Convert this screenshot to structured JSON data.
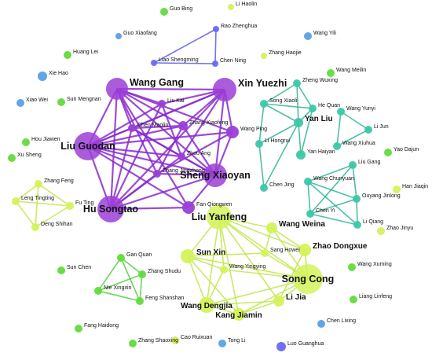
{
  "colors": {
    "purple": "#9b3fd6",
    "teal": "#3cc7a6",
    "lime": "#d4f25a",
    "green": "#62db3c",
    "blue": "#5aa0e6",
    "indigo": "#6a6af0",
    "edge_purple": "#8a2bd0",
    "edge_teal": "#2fb597",
    "edge_lime": "#bfe64a",
    "edge_green": "#4cd23a",
    "edge_indigo": "#5a5ae8"
  },
  "nodes": [
    {
      "id": "guo_bing",
      "label": "Guo Bing",
      "group": "green",
      "size": "s"
    },
    {
      "id": "li_haolin",
      "label": "Li Haolin",
      "group": "lime",
      "size": "s"
    },
    {
      "id": "rao_zhenghua",
      "label": "Rao Zhenghua",
      "group": "indigo",
      "size": "s"
    },
    {
      "id": "guo_xiaofang",
      "label": "Guo Xiaofang",
      "group": "blue",
      "size": "s"
    },
    {
      "id": "wang_yili",
      "label": "Wang Yili",
      "group": "blue",
      "size": "s"
    },
    {
      "id": "huang_lei",
      "label": "Huang Lei",
      "group": "green",
      "size": "s"
    },
    {
      "id": "liao_shengming",
      "label": "Liao Shengming",
      "group": "indigo",
      "size": "s"
    },
    {
      "id": "chen_ning",
      "label": "Chen Ning",
      "group": "indigo",
      "size": "s"
    },
    {
      "id": "zhang_haojie",
      "label": "Zhang Haojie",
      "group": "lime",
      "size": "s"
    },
    {
      "id": "xie_hao",
      "label": "Xie Hao",
      "group": "blue",
      "size": "s"
    },
    {
      "id": "wang_meilin",
      "label": "Wang Meilin",
      "group": "green",
      "size": "s"
    },
    {
      "id": "wang_gang",
      "label": "Wang Gang",
      "group": "purple",
      "size": "l"
    },
    {
      "id": "xin_yuezhi",
      "label": "Xin Yuezhi",
      "group": "purple",
      "size": "l"
    },
    {
      "id": "zheng_wuxing",
      "label": "Zheng Wuxing",
      "group": "teal",
      "size": "s"
    },
    {
      "id": "liu_kai",
      "label": "Liu Kai",
      "group": "purple",
      "size": "s"
    },
    {
      "id": "song_xiaoli",
      "label": "Song Xiaoli",
      "group": "teal",
      "size": "s"
    },
    {
      "id": "he_quan",
      "label": "He Quan",
      "group": "teal",
      "size": "s"
    },
    {
      "id": "wang_yunyi",
      "label": "Wang Yunyi",
      "group": "teal",
      "size": "s"
    },
    {
      "id": "xiao_wei",
      "label": "Xiao Wei",
      "group": "blue",
      "size": "s"
    },
    {
      "id": "sun_mengnan",
      "label": "Sun Mengnan",
      "group": "green",
      "size": "s"
    },
    {
      "id": "chen_maolin",
      "label": "Chen Maolin",
      "group": "purple",
      "size": "s"
    },
    {
      "id": "zhang_xiaofeng",
      "label": "Zhang Xiaofeng",
      "group": "purple",
      "size": "s"
    },
    {
      "id": "wang_ping",
      "label": "Wang Ping",
      "group": "purple",
      "size": "s"
    },
    {
      "id": "yan_liu",
      "label": "Yan Liu",
      "group": "teal",
      "size": "m"
    },
    {
      "id": "li_jun",
      "label": "Li Jun",
      "group": "teal",
      "size": "s"
    },
    {
      "id": "hou_jiawen",
      "label": "Hou Jiawen",
      "group": "green",
      "size": "s"
    },
    {
      "id": "liu_guodan",
      "label": "Liu Guodan",
      "group": "purple",
      "size": "l"
    },
    {
      "id": "li_hongrui",
      "label": "Li Hongrui",
      "group": "teal",
      "size": "s"
    },
    {
      "id": "wang_xiuhua",
      "label": "Wang Xiuhua",
      "group": "teal",
      "size": "s"
    },
    {
      "id": "xu_sheng",
      "label": "Xu Sheng",
      "group": "green",
      "size": "s"
    },
    {
      "id": "zhou_ang",
      "label": "Zhou Ang",
      "group": "purple",
      "size": "s"
    },
    {
      "id": "yan_haiyan",
      "label": "Yan Haiyan",
      "group": "teal",
      "size": "s"
    },
    {
      "id": "yao_dajun",
      "label": "Yao Dajun",
      "group": "green",
      "size": "s"
    },
    {
      "id": "zhang_jingzhong",
      "label": "Zhang Jingzhong",
      "group": "purple",
      "size": "s"
    },
    {
      "id": "sheng_xiaoyan",
      "label": "Sheng Xiaoyan",
      "group": "purple",
      "size": "l"
    },
    {
      "id": "liu_gang",
      "label": "Liu Gang",
      "group": "teal",
      "size": "s"
    },
    {
      "id": "zhang_feng",
      "label": "Zhang Feng",
      "group": "lime",
      "size": "s"
    },
    {
      "id": "chen_jing",
      "label": "Chen Jing",
      "group": "teal",
      "size": "s"
    },
    {
      "id": "wang_chunyuan",
      "label": "Wang Chunyuan",
      "group": "teal",
      "size": "s"
    },
    {
      "id": "han_jiaqin",
      "label": "Han Jiaqin",
      "group": "lime",
      "size": "s"
    },
    {
      "id": "leng_tingting",
      "label": "Leng Tingting",
      "group": "lime",
      "size": "s"
    },
    {
      "id": "fu_ting",
      "label": "Fu Ting",
      "group": "lime",
      "size": "s"
    },
    {
      "id": "ouyang_jinlong",
      "label": "Ouyang Jinlong",
      "group": "teal",
      "size": "s"
    },
    {
      "id": "hu_songtao",
      "label": "Hu Songtao",
      "group": "purple",
      "size": "l"
    },
    {
      "id": "fan_qiongwen",
      "label": "Fan Qiongwen",
      "group": "purple",
      "size": "s"
    },
    {
      "id": "chen_yi",
      "label": "Chen Yi",
      "group": "teal",
      "size": "s"
    },
    {
      "id": "deng_shihan",
      "label": "Deng Shihan",
      "group": "lime",
      "size": "s"
    },
    {
      "id": "liu_yanfeng",
      "label": "Liu Yanfeng",
      "group": "lime",
      "size": "l"
    },
    {
      "id": "li_qiang",
      "label": "Li Qiang",
      "group": "teal",
      "size": "s"
    },
    {
      "id": "zhao_jinyu",
      "label": "Zhao Jinyu",
      "group": "lime",
      "size": "s"
    },
    {
      "id": "wang_weina",
      "label": "Wang Weina",
      "group": "lime",
      "size": "m"
    },
    {
      "id": "sun_xin",
      "label": "Sun Xin",
      "group": "lime",
      "size": "m"
    },
    {
      "id": "gan_quan",
      "label": "Gan Quan",
      "group": "green",
      "size": "s"
    },
    {
      "id": "sang_howei",
      "label": "Sang Howei",
      "group": "lime",
      "size": "s"
    },
    {
      "id": "zhao_dongxue",
      "label": "Zhao Dongxue",
      "group": "lime",
      "size": "m"
    },
    {
      "id": "zhang_shudu",
      "label": "Zhang Shudu",
      "group": "green",
      "size": "s"
    },
    {
      "id": "sun_chen",
      "label": "Sun Chen",
      "group": "green",
      "size": "s"
    },
    {
      "id": "wang_xuming",
      "label": "Wang Xuming",
      "group": "green",
      "size": "s"
    },
    {
      "id": "wang_yingying",
      "label": "Wang Yingying",
      "group": "lime",
      "size": "s"
    },
    {
      "id": "song_cong",
      "label": "Song Cong",
      "group": "lime",
      "size": "l"
    },
    {
      "id": "nie_xingxin",
      "label": "Nie Xingxin",
      "group": "green",
      "size": "s"
    },
    {
      "id": "feng_shanshan",
      "label": "Feng Shanshan",
      "group": "green",
      "size": "s"
    },
    {
      "id": "li_jia",
      "label": "Li Jia",
      "group": "lime",
      "size": "m"
    },
    {
      "id": "wang_dengjia",
      "label": "Wang Dengjia",
      "group": "lime",
      "size": "m"
    },
    {
      "id": "liang_linfeng",
      "label": "Liang Linfeng",
      "group": "green",
      "size": "s"
    },
    {
      "id": "kang_jiamin",
      "label": "Kang Jiamin",
      "group": "lime",
      "size": "m"
    },
    {
      "id": "fang_haidong",
      "label": "Fang Haidong",
      "group": "green",
      "size": "s"
    },
    {
      "id": "chen_lixing",
      "label": "Chen Lixing",
      "group": "blue",
      "size": "s"
    },
    {
      "id": "zhang_shaoxing",
      "label": "Zhang Shaoxing",
      "group": "green",
      "size": "s"
    },
    {
      "id": "cao_ruixuan",
      "label": "Cao Ruixuan",
      "group": "lime",
      "size": "s"
    },
    {
      "id": "tong_li",
      "label": "Tong Li",
      "group": "blue",
      "size": "s"
    },
    {
      "id": "luo_guanghua",
      "label": "Luo Guanghua",
      "group": "indigo",
      "size": "s"
    }
  ],
  "edges": [
    [
      "rao_zhenghua",
      "liao_shengming"
    ],
    [
      "rao_zhenghua",
      "chen_ning"
    ],
    [
      "liao_shengming",
      "chen_ning"
    ],
    [
      "wang_gang",
      "xin_yuezhi"
    ],
    [
      "wang_gang",
      "liu_guodan"
    ],
    [
      "wang_gang",
      "sheng_xiaoyan"
    ],
    [
      "wang_gang",
      "hu_songtao"
    ],
    [
      "wang_gang",
      "liu_kai"
    ],
    [
      "wang_gang",
      "chen_maolin"
    ],
    [
      "wang_gang",
      "zhang_xiaofeng"
    ],
    [
      "wang_gang",
      "zhang_jingzhong"
    ],
    [
      "wang_gang",
      "fan_qiongwen"
    ],
    [
      "wang_gang",
      "wang_ping"
    ],
    [
      "xin_yuezhi",
      "liu_guodan"
    ],
    [
      "xin_yuezhi",
      "sheng_xiaoyan"
    ],
    [
      "xin_yuezhi",
      "hu_songtao"
    ],
    [
      "xin_yuezhi",
      "wang_ping"
    ],
    [
      "xin_yuezhi",
      "liu_kai"
    ],
    [
      "xin_yuezhi",
      "zhang_xiaofeng"
    ],
    [
      "xin_yuezhi",
      "chen_maolin"
    ],
    [
      "xin_yuezhi",
      "zhou_ang"
    ],
    [
      "liu_guodan",
      "sheng_xiaoyan"
    ],
    [
      "liu_guodan",
      "hu_songtao"
    ],
    [
      "liu_guodan",
      "fan_qiongwen"
    ],
    [
      "liu_guodan",
      "chen_maolin"
    ],
    [
      "liu_guodan",
      "zhang_jingzhong"
    ],
    [
      "liu_guodan",
      "zhou_ang"
    ],
    [
      "liu_guodan",
      "zhang_xiaofeng"
    ],
    [
      "liu_guodan",
      "wang_ping"
    ],
    [
      "liu_guodan",
      "liu_kai"
    ],
    [
      "sheng_xiaoyan",
      "hu_songtao"
    ],
    [
      "sheng_xiaoyan",
      "fan_qiongwen"
    ],
    [
      "sheng_xiaoyan",
      "wang_ping"
    ],
    [
      "sheng_xiaoyan",
      "zhou_ang"
    ],
    [
      "sheng_xiaoyan",
      "zhang_xiaofeng"
    ],
    [
      "sheng_xiaoyan",
      "chen_maolin"
    ],
    [
      "sheng_xiaoyan",
      "zhang_jingzhong"
    ],
    [
      "hu_songtao",
      "fan_qiongwen"
    ],
    [
      "hu_songtao",
      "chen_maolin"
    ],
    [
      "hu_songtao",
      "zhang_jingzhong"
    ],
    [
      "hu_songtao",
      "zhou_ang"
    ],
    [
      "hu_songtao",
      "liu_kai"
    ],
    [
      "liu_kai",
      "zhou_ang"
    ],
    [
      "chen_maolin",
      "zhou_ang"
    ],
    [
      "zhang_xiaofeng",
      "zhang_jingzhong"
    ],
    [
      "wang_ping",
      "zhang_jingzhong"
    ],
    [
      "chen_maolin",
      "zhang_xiaofeng"
    ],
    [
      "zheng_wuxing",
      "song_xiaoli"
    ],
    [
      "zheng_wuxing",
      "he_quan"
    ],
    [
      "zheng_wuxing",
      "yan_liu"
    ],
    [
      "song_xiaoli",
      "he_quan"
    ],
    [
      "song_xiaoli",
      "yan_liu"
    ],
    [
      "he_quan",
      "yan_liu"
    ],
    [
      "yan_liu",
      "li_hongrui"
    ],
    [
      "yan_liu",
      "yan_haiyan"
    ],
    [
      "yan_liu",
      "chen_jing"
    ],
    [
      "li_hongrui",
      "chen_jing"
    ],
    [
      "song_xiaoli",
      "li_hongrui"
    ],
    [
      "he_quan",
      "yan_haiyan"
    ],
    [
      "wang_yunyi",
      "li_jun"
    ],
    [
      "wang_yunyi",
      "wang_xiuhua"
    ],
    [
      "li_jun",
      "wang_xiuhua"
    ],
    [
      "liu_gang",
      "wang_chunyuan"
    ],
    [
      "liu_gang",
      "ouyang_jinlong"
    ],
    [
      "liu_gang",
      "chen_yi"
    ],
    [
      "wang_chunyuan",
      "ouyang_jinlong"
    ],
    [
      "wang_chunyuan",
      "chen_yi"
    ],
    [
      "wang_chunyuan",
      "li_qiang"
    ],
    [
      "ouyang_jinlong",
      "li_qiang"
    ],
    [
      "chen_yi",
      "li_qiang"
    ],
    [
      "ouyang_jinlong",
      "chen_yi"
    ],
    [
      "zhang_feng",
      "leng_tingting"
    ],
    [
      "zhang_feng",
      "fu_ting"
    ],
    [
      "zhang_feng",
      "deng_shihan"
    ],
    [
      "leng_tingting",
      "fu_ting"
    ],
    [
      "leng_tingting",
      "deng_shihan"
    ],
    [
      "fu_ting",
      "deng_shihan"
    ],
    [
      "gan_quan",
      "zhang_shudu"
    ],
    [
      "gan_quan",
      "nie_xingxin"
    ],
    [
      "gan_quan",
      "feng_shanshan"
    ],
    [
      "zhang_shudu",
      "nie_xingxin"
    ],
    [
      "zhang_shudu",
      "feng_shanshan"
    ],
    [
      "nie_xingxin",
      "feng_shanshan"
    ],
    [
      "liu_yanfeng",
      "song_cong"
    ],
    [
      "liu_yanfeng",
      "sun_xin"
    ],
    [
      "liu_yanfeng",
      "wang_weina"
    ],
    [
      "liu_yanfeng",
      "zhao_dongxue"
    ],
    [
      "liu_yanfeng",
      "wang_dengjia"
    ],
    [
      "liu_yanfeng",
      "kang_jiamin"
    ],
    [
      "liu_yanfeng",
      "li_jia"
    ],
    [
      "liu_yanfeng",
      "sang_howei"
    ],
    [
      "liu_yanfeng",
      "wang_yingying"
    ],
    [
      "song_cong",
      "sun_xin"
    ],
    [
      "song_cong",
      "wang_weina"
    ],
    [
      "song_cong",
      "zhao_dongxue"
    ],
    [
      "song_cong",
      "wang_dengjia"
    ],
    [
      "song_cong",
      "kang_jiamin"
    ],
    [
      "song_cong",
      "li_jia"
    ],
    [
      "song_cong",
      "sang_howei"
    ],
    [
      "song_cong",
      "wang_yingying"
    ],
    [
      "sun_xin",
      "wang_dengjia"
    ],
    [
      "sun_xin",
      "kang_jiamin"
    ],
    [
      "sun_xin",
      "wang_yingying"
    ],
    [
      "sun_xin",
      "sang_howei"
    ],
    [
      "wang_weina",
      "zhao_dongxue"
    ],
    [
      "wang_weina",
      "sang_howei"
    ],
    [
      "wang_dengjia",
      "kang_jiamin"
    ],
    [
      "wang_dengjia",
      "li_jia"
    ],
    [
      "kang_jiamin",
      "li_jia"
    ],
    [
      "zhao_dongxue",
      "li_jia"
    ],
    [
      "wang_yingying",
      "wang_dengjia"
    ]
  ]
}
